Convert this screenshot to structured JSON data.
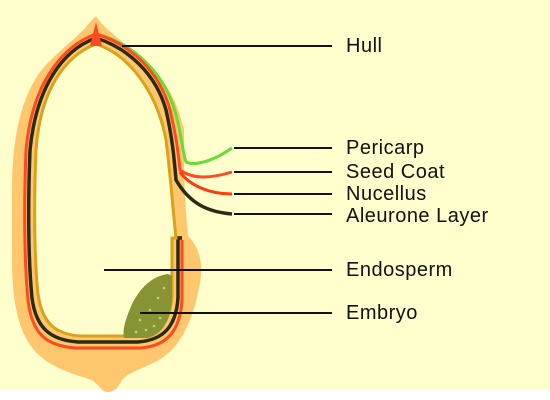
{
  "labels": {
    "hull": "Hull",
    "pericarp": "Pericarp",
    "seed_coat": "Seed Coat",
    "nucellus": "Nucellus",
    "aleurone": "Aleurone Layer",
    "endosperm": "Endosperm",
    "embryo": "Embryo"
  },
  "colors": {
    "background": "#fffecc",
    "hull": "#ffc76d",
    "pericarp": "#66dd33",
    "seed_coat": "#ff4a1f",
    "nucellus": "#ff3a10",
    "aleurone": "#2b2b12",
    "endosperm_border": "#d9a21a",
    "embryo": "#889433"
  }
}
